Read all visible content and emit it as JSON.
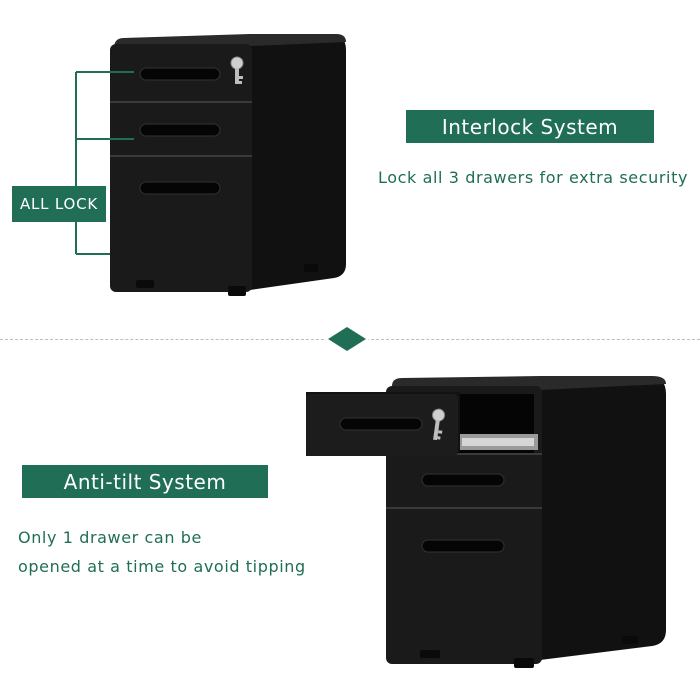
{
  "top": {
    "callout_label": "ALL LOCK",
    "title": "Interlock System",
    "description": "Lock all 3 drawers for extra security"
  },
  "bottom": {
    "title": "Anti-tilt System",
    "description_line1": "Only 1 drawer can be",
    "description_line2": "opened at a time to avoid tipping"
  },
  "colors": {
    "accent": "#1f6e55",
    "cabinet": "#1a1a1a",
    "divider": "#bdbdbd"
  },
  "icons": {
    "key": "key-icon",
    "separator": "diamond-icon"
  }
}
